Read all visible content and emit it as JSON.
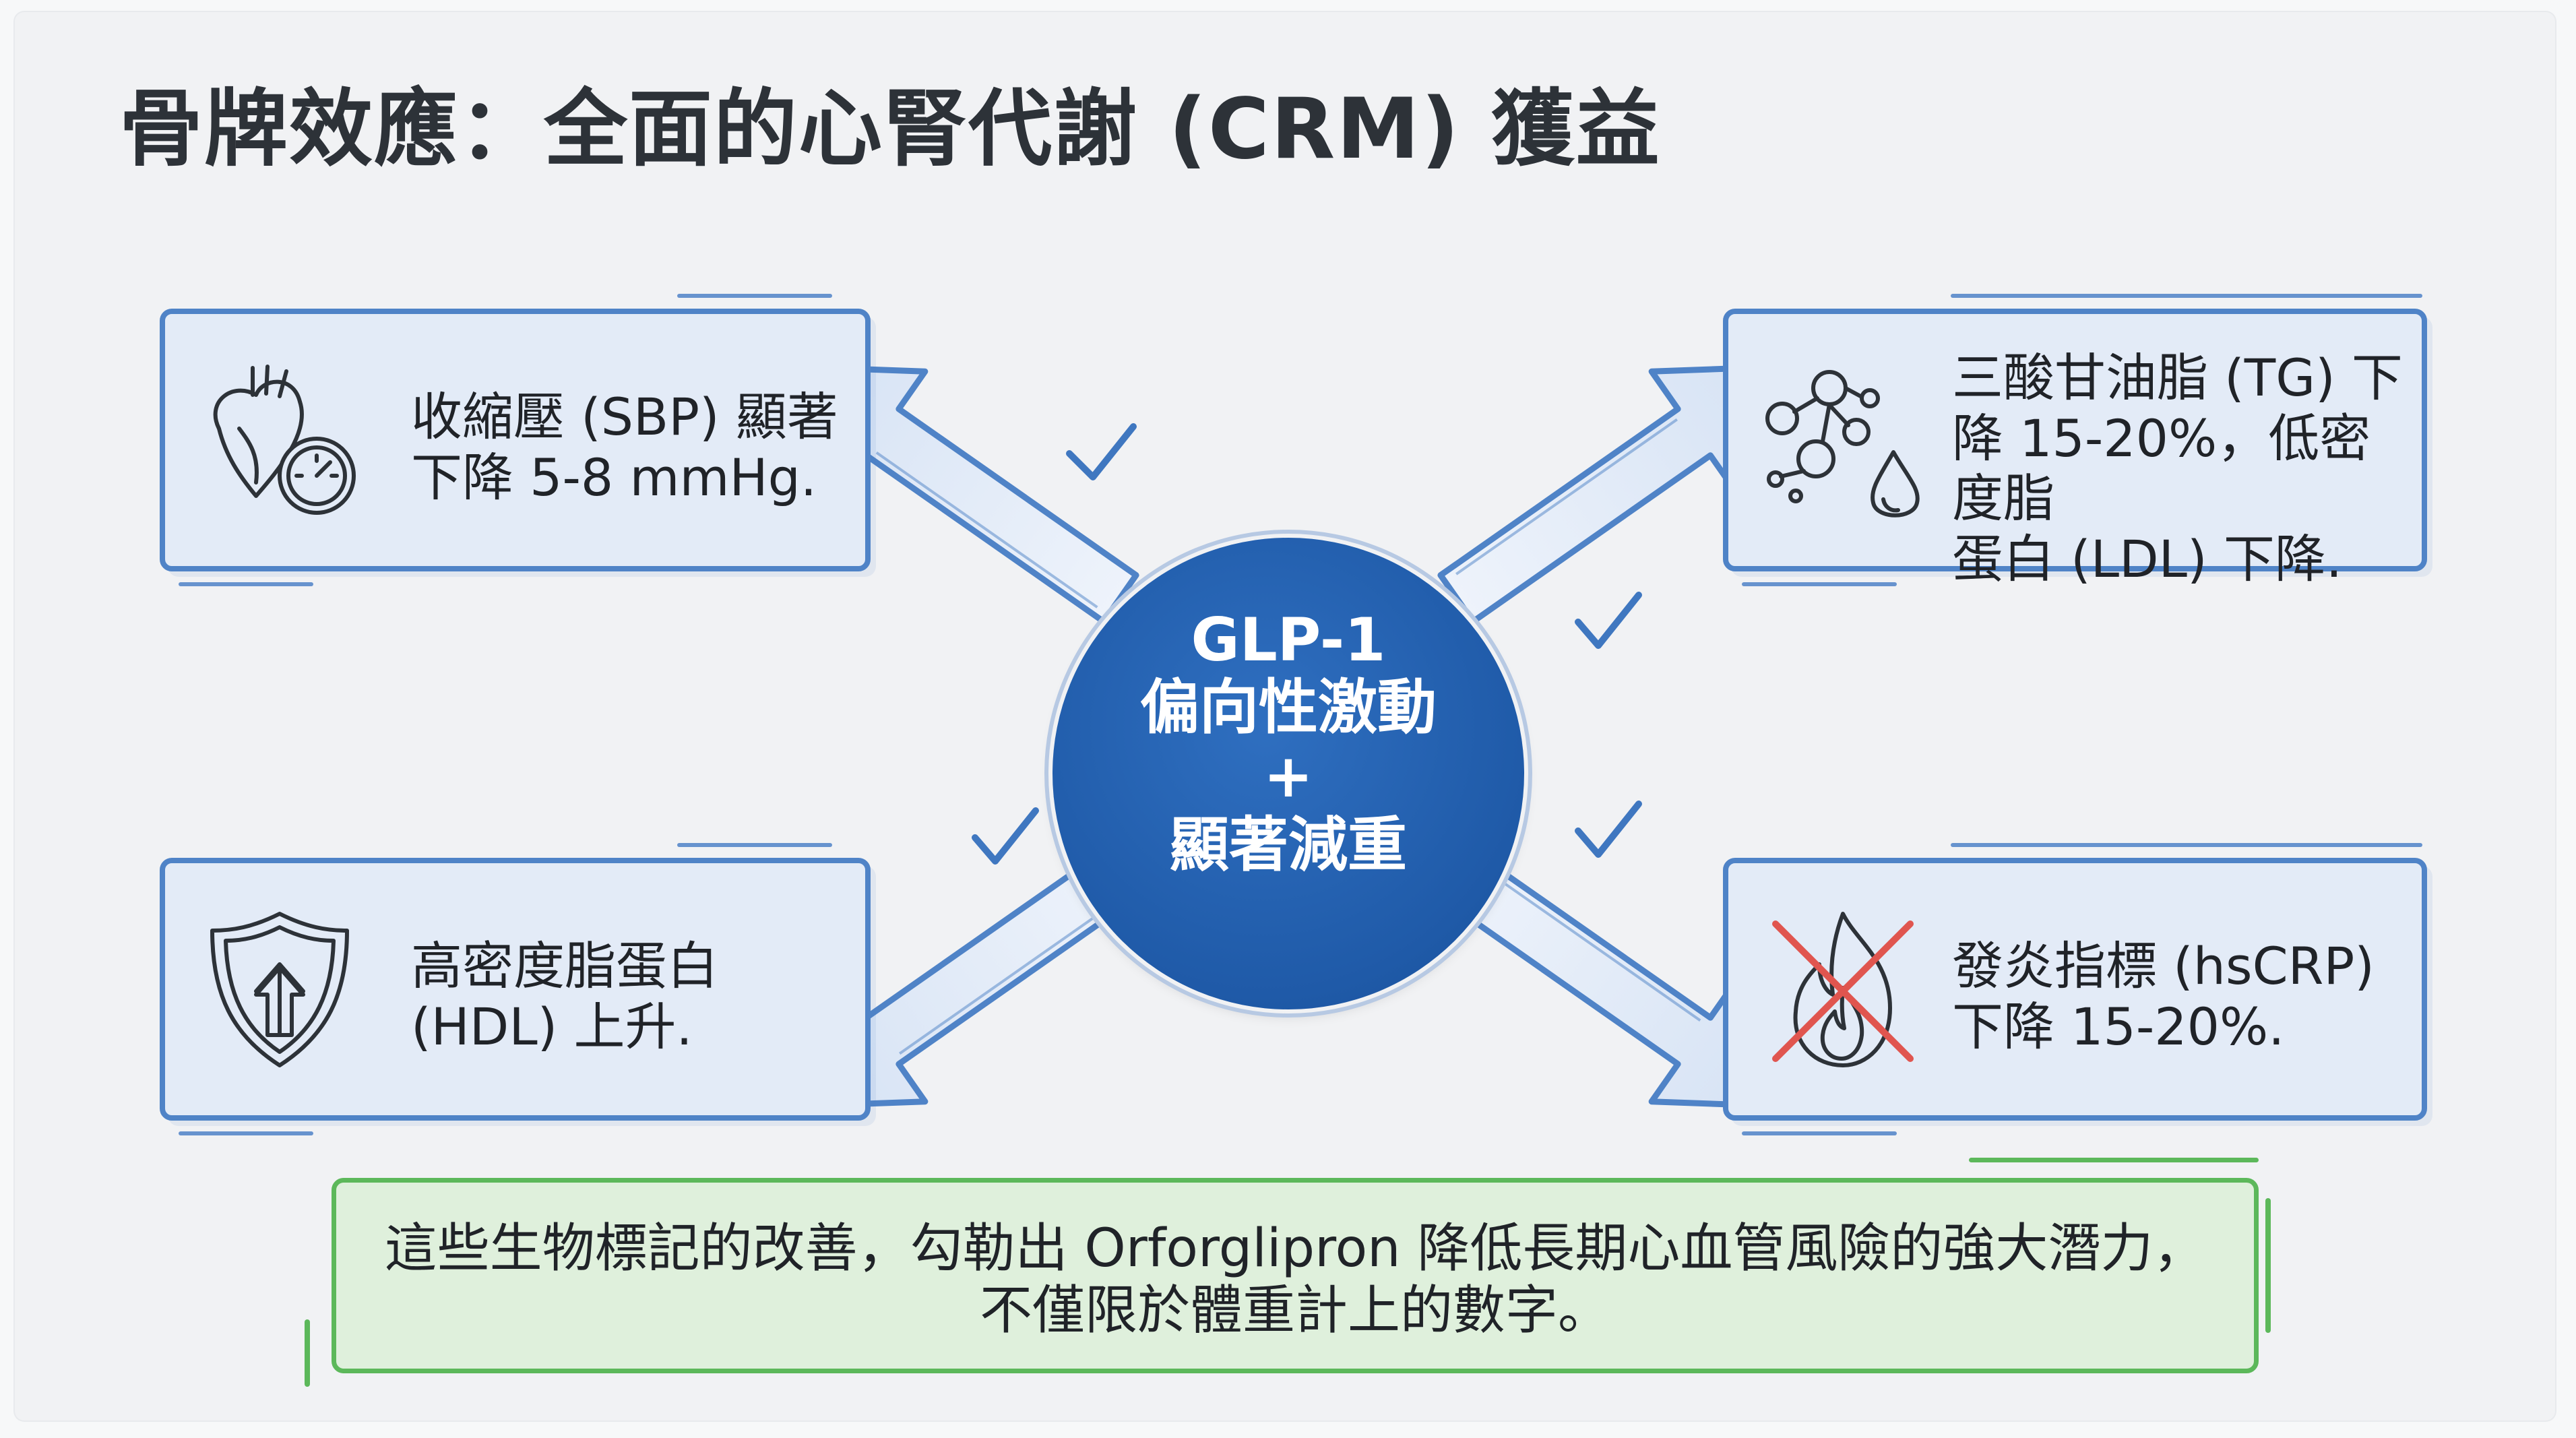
{
  "title": "骨牌效應：全面的心腎代謝 (CRM) 獲益",
  "center": {
    "line1": "GLP-1",
    "line2": "偏向性激動",
    "line3": "+",
    "line4": "顯著減重"
  },
  "cards": {
    "blood_pressure": {
      "text": "收縮壓 (SBP) 顯著\n下降 5-8 mmHg.",
      "icon": "heart-gauge-icon"
    },
    "lipids": {
      "text": "三酸甘油脂 (TG) 下\n降 15-20%，低密度脂\n蛋白 (LDL) 下降.",
      "icon": "molecule-droplet-icon"
    },
    "hdl": {
      "text": "高密度脂蛋白\n(HDL) 上升.",
      "icon": "shield-up-arrow-icon"
    },
    "inflammation": {
      "text": "發炎指標 (hsCRP)\n下降 15-20%.",
      "icon": "crossed-flame-icon"
    }
  },
  "summary": "這些生物標記的改善，勾勒出 Orforglipron 降低長期心血管風險的強大潛力，\n不僅限於體重計上的數字。",
  "colors": {
    "card_border": "#4f83c7",
    "card_fill": "#e3ebf7",
    "center_fill": "#1f5aa8",
    "summary_border": "#5cb85a",
    "summary_fill": "#dff0dc",
    "cross": "#e0554f"
  }
}
